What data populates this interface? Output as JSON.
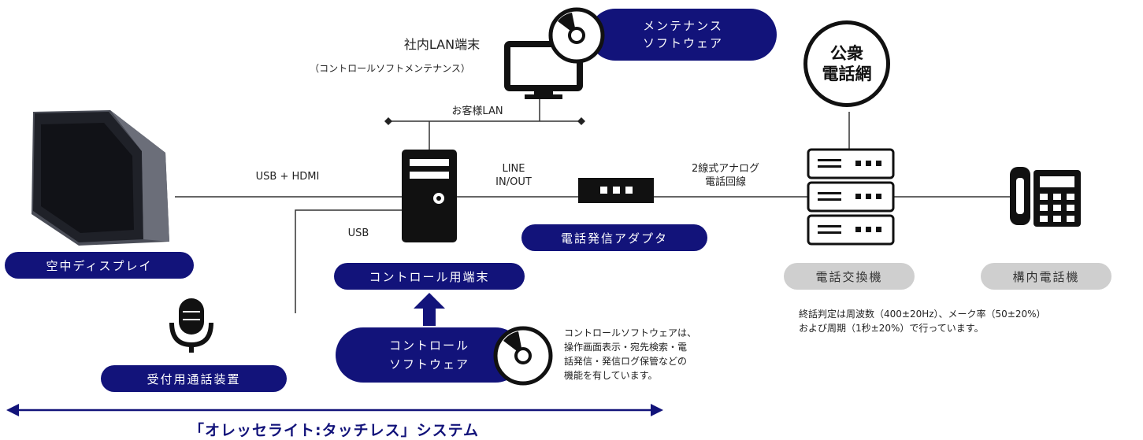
{
  "colors": {
    "navy": "#12137a",
    "grey": "#cfcfcf",
    "line": "#333333",
    "black": "#111111"
  },
  "icons": [
    "display-icon",
    "computer-tower-icon",
    "monitor-icon",
    "cd-disc-icon",
    "microphone-icon",
    "adapter-icon",
    "server-rack-icon",
    "desk-phone-icon",
    "up-arrow-icon"
  ],
  "nodes": {
    "aerial_display": "空中ディスプレイ",
    "control_terminal": "コントロール用端末",
    "reception_device": "受付用通話装置",
    "phone_adapter": "電話発信アダプタ",
    "pbx": "電話交換機",
    "extension_phone": "構内電話機",
    "maintenance_software": [
      "メンテナンス",
      "ソフトウェア"
    ],
    "control_software": [
      "コントロール",
      "ソフトウェア"
    ],
    "public_network": [
      "公衆",
      "電話網"
    ]
  },
  "lan_terminal": {
    "title": "社内LAN端末",
    "subtitle": "（コントロールソフトメンテナンス）"
  },
  "connections": {
    "customer_lan": "お客様LAN",
    "usb_hdmi": "USB + HDMI",
    "usb": "USB",
    "line_inout": [
      "LINE",
      "IN/OUT"
    ],
    "analog_line": [
      "2線式アナログ",
      "電話回線"
    ]
  },
  "notes": {
    "control_software": [
      "コントロールソフトウェアは、",
      "操作画面表示・宛先検索・電",
      "話発信・発信ログ保管などの",
      "機能を有しています。"
    ],
    "hangup_detection": [
      "終話判定は周波数（400±20Hz）、メーク率（50±20%）",
      "および周期（1秒±20%）で行っています。"
    ]
  },
  "system_name": "「オレッセライト:タッチレス」システム"
}
